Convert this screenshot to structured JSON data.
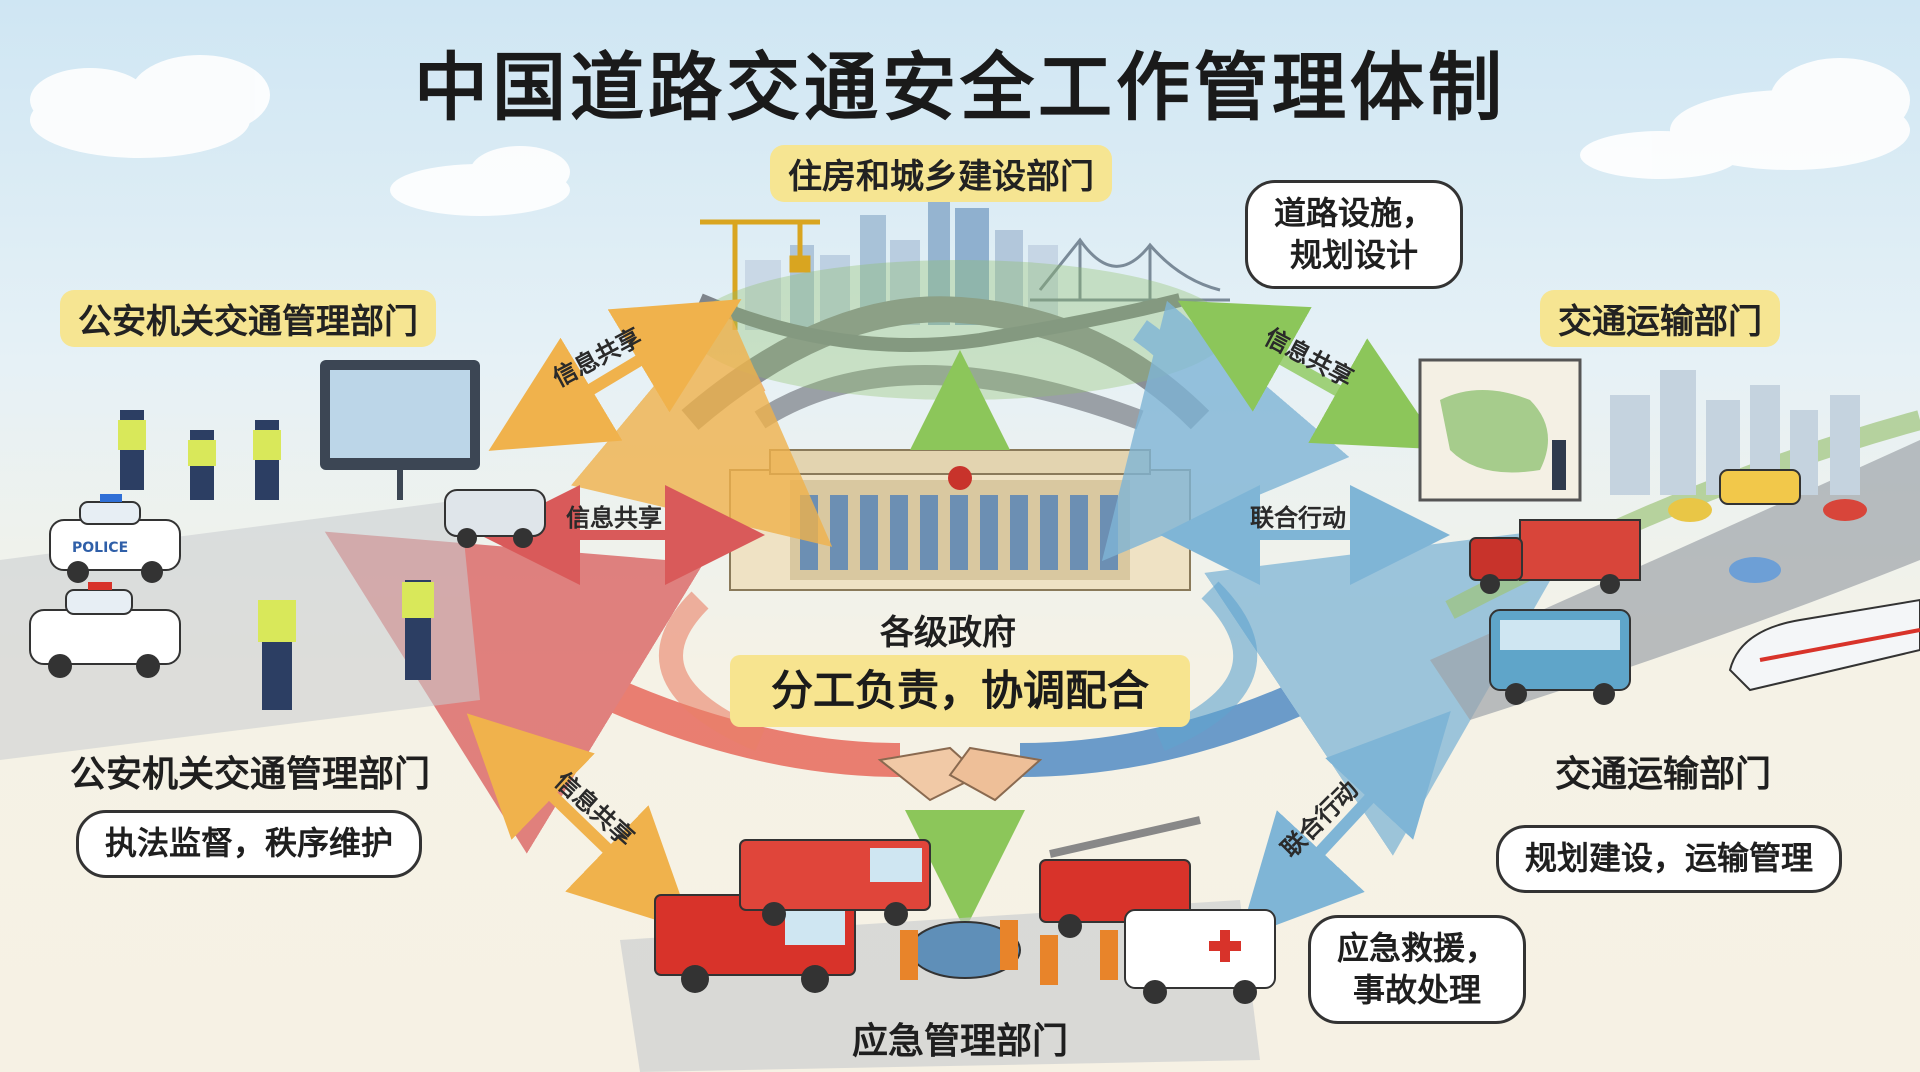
{
  "title": "中国道路交通安全工作管理体制",
  "center": {
    "government": "各级政府",
    "principle": "分工负责，协调配合"
  },
  "departments": {
    "housing": {
      "name": "住房和城乡建设部门",
      "duty_line1": "道路设施，",
      "duty_line2": "规划设计"
    },
    "police": {
      "name_top": "公安机关交通管理部门",
      "name_bottom": "公安机关交通管理部门",
      "duty": "执法监督，秩序维护"
    },
    "transport": {
      "name_top": "交通运输部门",
      "name_bottom": "交通运输部门",
      "duty": "规划建设，运输管理"
    },
    "emergency": {
      "name": "应急管理部门",
      "duty_line1": "应急救援，",
      "duty_line2": "事故处理"
    }
  },
  "links": {
    "police_housing": "信息共享",
    "housing_transport": "信息共享",
    "police_gov": "信息共享",
    "gov_transport": "联合行动",
    "police_emergency": "信息共享",
    "transport_emergency": "联合行动"
  },
  "scene_text": {
    "police_car": "POLICE"
  },
  "colors": {
    "info_arrow": "#f0b24c",
    "joint_arrow": "#7fb5d6",
    "red_flow": "#e6584a",
    "blue_flow": "#3d7fc0",
    "green_arrow": "#8cc65a",
    "highlight": "#f6e592"
  }
}
